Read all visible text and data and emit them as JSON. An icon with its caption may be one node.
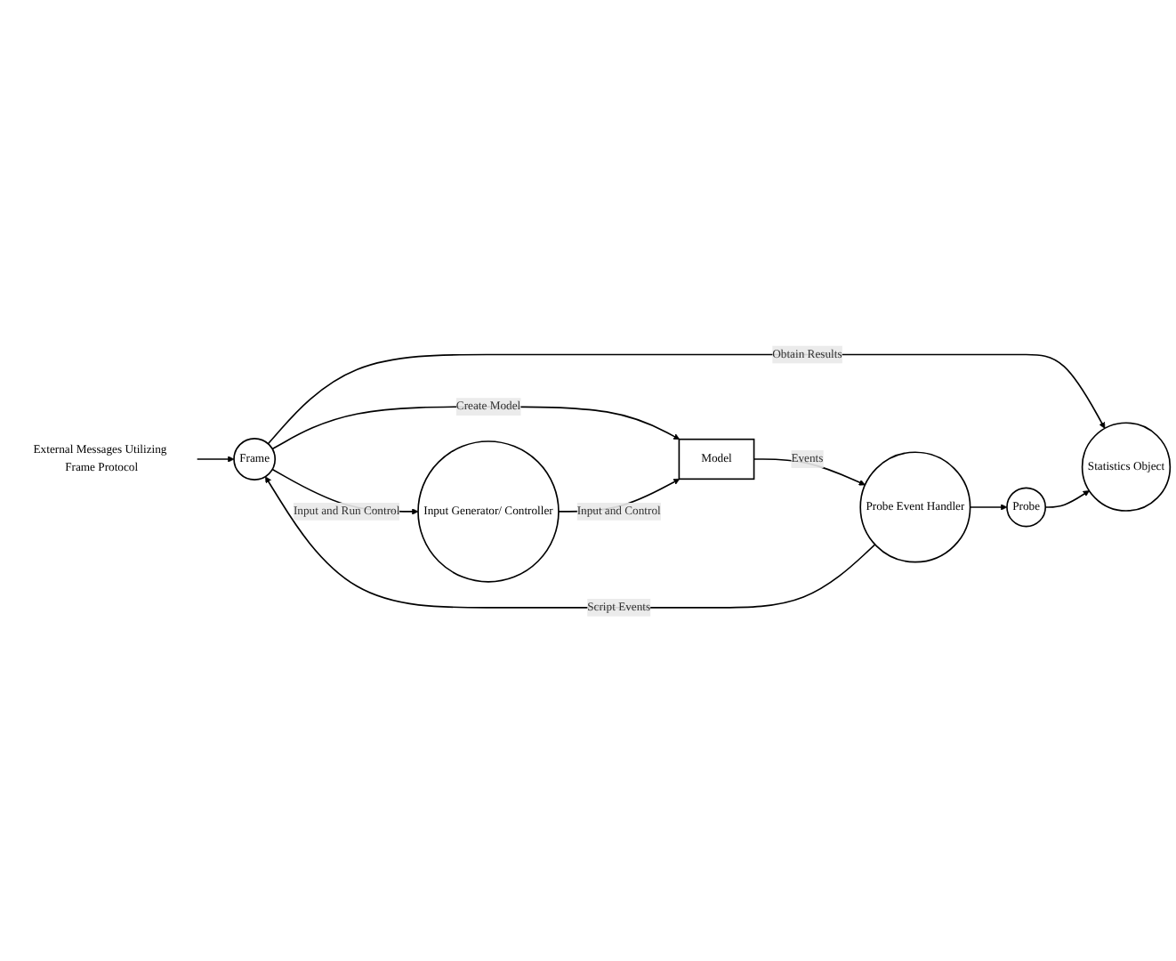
{
  "diagram": {
    "nodes": [
      {
        "text": [
          "External Messages Utilizing Frame Protocol"
        ]
      },
      {
        "text": [
          "Frame"
        ]
      },
      {
        "text": [
          "Statistics Object"
        ]
      },
      {
        "text": [
          "Input Generator/ Controller"
        ]
      },
      {
        "text": [
          "Model"
        ]
      },
      {
        "text": [
          "Probe"
        ]
      },
      {
        "text": [
          "Probe Event Handler"
        ]
      }
    ],
    "edges": [
      {
        "from": 0,
        "to": 1,
        "arrow": "to"
      },
      {
        "from": 1,
        "to": 3,
        "arrow": "to",
        "label": "Input and Run Control"
      },
      {
        "from": 1,
        "to": 2,
        "arrow": "to",
        "label": "Obtain Results"
      },
      {
        "from": 1,
        "to": 4,
        "arrow": "to",
        "label": "Create Model"
      },
      {
        "from": 6,
        "to": 1,
        "arrow": "to",
        "label": "Script Events"
      },
      {
        "from": 3,
        "to": 4,
        "arrow": "to",
        "label": "Input and Control"
      },
      {
        "from": 4,
        "to": 6,
        "arrow": "to",
        "label": "Events"
      },
      {
        "from": 6,
        "to": 5,
        "arrow": "to"
      },
      {
        "from": 5,
        "to": 2,
        "arrow": "to"
      }
    ]
  }
}
